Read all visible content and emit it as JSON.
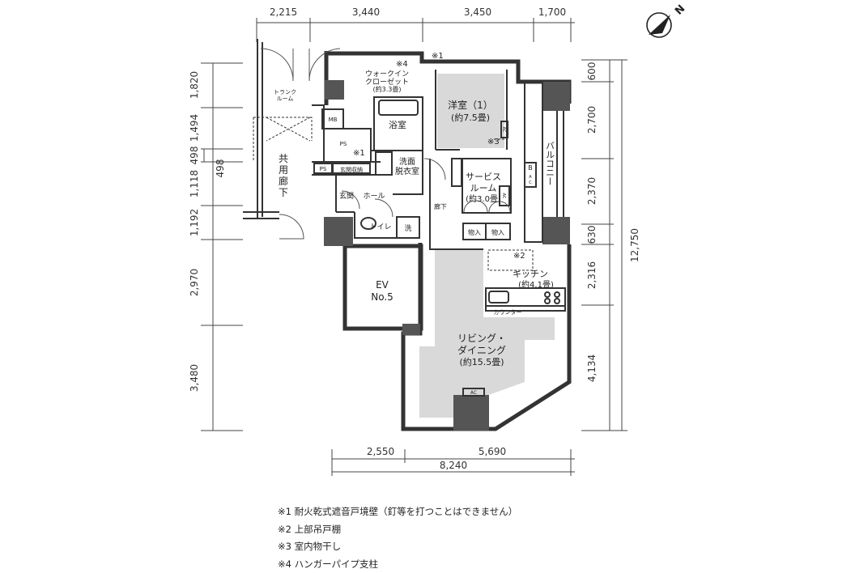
{
  "dimensions": {
    "top": [
      "2,215",
      "3,440",
      "3,450",
      "1,700"
    ],
    "left": [
      "1,820",
      "1,494",
      "498",
      "1,118",
      "1,192",
      "2,970",
      "3,480"
    ],
    "left_outer": "498",
    "right": [
      "600",
      "2,700",
      "2,370",
      "630",
      "2,316",
      "4,134"
    ],
    "right_total": "12,750",
    "bottom": [
      "2,550",
      "5,690"
    ],
    "bottom_total": "8,240"
  },
  "rooms": {
    "walk_in_closet": [
      "ウォークイン",
      "クローゼット",
      "(約3.3畳)"
    ],
    "trunk_room": [
      "トランク",
      "ルーム"
    ],
    "western_room": [
      "洋室（1）",
      "(約7.5畳)"
    ],
    "bath": "浴室",
    "washroom": [
      "洗面",
      "脱衣室"
    ],
    "service_room": [
      "サービス",
      "ルーム",
      "(約3.0畳)"
    ],
    "balcony": "バルコニー",
    "common_corridor": [
      "共",
      "用",
      "廊",
      "下"
    ],
    "entrance": "玄関",
    "entrance_storage": "玄関収納",
    "hall": "ホール",
    "corridor": "廊下",
    "toilet": "トイレ",
    "wash_machine": "洗",
    "storage_1": "物入",
    "storage_2": "物入",
    "kitchen": [
      "キッチン",
      "(約4.1畳)"
    ],
    "counter": "カウンター",
    "living": [
      "リビング・",
      "ダイニング",
      "(約15.5畳)"
    ],
    "ev": [
      "EV",
      "No.5"
    ],
    "mb": "MB",
    "ps_1": "PS",
    "ps_2": "PS",
    "ac_1": "AC",
    "ac_2": "AC",
    "ac_3": "AC",
    "b_ac": [
      "B",
      "A",
      "C"
    ]
  },
  "marks": {
    "m1_top": "※1",
    "m1_ps": "※1",
    "m2": "※2",
    "m3": "※3",
    "m4": "※4"
  },
  "compass": {
    "label": "N"
  },
  "notes": [
    "※1 耐火乾式遮音戸境壁（釘等を打つことはできません）",
    "※2 上部吊戸棚",
    "※3 室内物干し",
    "※4 ハンガーパイプ支柱"
  ]
}
